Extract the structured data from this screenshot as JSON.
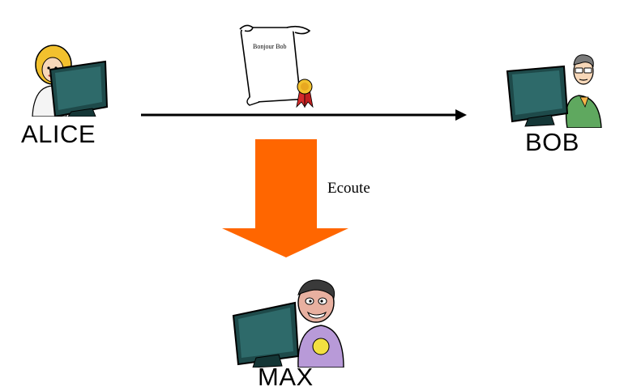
{
  "participants": {
    "alice": {
      "label": "ALICE"
    },
    "bob": {
      "label": "BOB"
    },
    "max": {
      "label": "MAX"
    }
  },
  "message": {
    "text": "Bonjour Bob"
  },
  "eavesdrop": {
    "label": "Ecoute",
    "arrow_color": "#FF6600"
  },
  "colors": {
    "monitor": "#1E4A4A",
    "monitor_screen": "#2E6A6A",
    "alice_hair": "#F2C12E",
    "bob_shirt": "#5FA85F",
    "max_shirt": "#B89AD8",
    "seal": "#D42B2B"
  },
  "icons": [
    "alice-avatar-icon",
    "bob-avatar-icon",
    "max-avatar-icon",
    "scroll-icon",
    "seal-icon"
  ]
}
